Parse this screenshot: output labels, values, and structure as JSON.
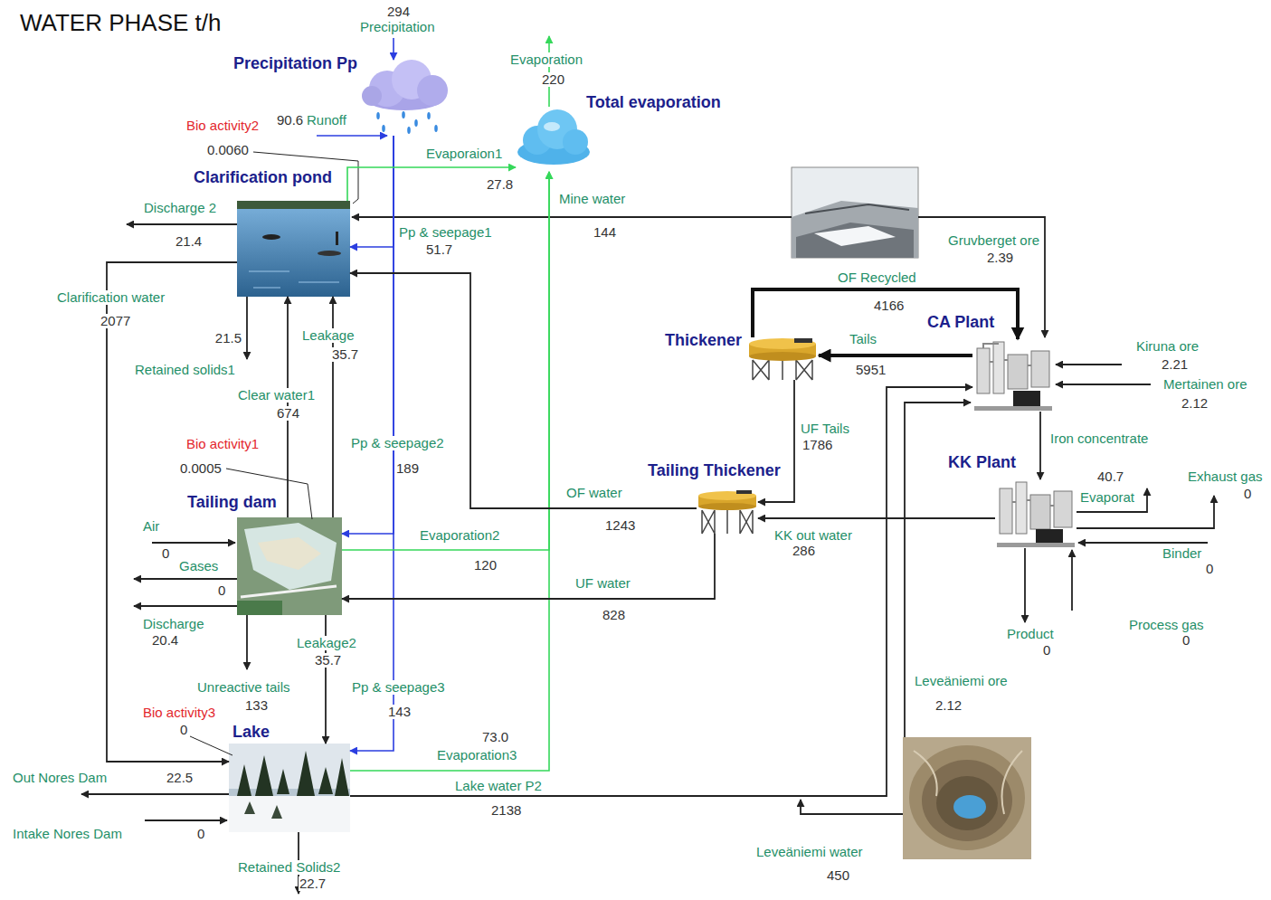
{
  "diagram": {
    "title": "WATER PHASE t/h",
    "nodes": [
      {
        "text": [
          "Precipitation Pp"
        ]
      },
      {
        "text": [
          "Total evaporation"
        ]
      },
      {
        "text": [
          "Clarification pond"
        ]
      },
      {
        "text": [
          "Thickener"
        ]
      },
      {
        "text": [
          "CA Plant"
        ]
      },
      {
        "text": [
          "Tailing dam"
        ]
      },
      {
        "text": [
          "Tailing Thickener"
        ]
      },
      {
        "text": [
          "KK Plant"
        ]
      },
      {
        "text": [
          "Lake"
        ]
      }
    ],
    "edges": [
      {
        "from": 0,
        "to": 2,
        "label": "Pp & seepage1",
        "arrow": "to"
      },
      {
        "from": 0,
        "to": 5,
        "label": "Pp & seepage2",
        "arrow": "to"
      },
      {
        "from": 0,
        "to": 8,
        "label": "Pp & seepage3",
        "arrow": "to"
      },
      {
        "from": 2,
        "to": 1,
        "label": "Evaporaion1",
        "arrow": "to"
      },
      {
        "from": 5,
        "to": 1,
        "label": "Evaporation2",
        "arrow": "to"
      },
      {
        "from": 8,
        "to": 1,
        "label": "Evaporation3",
        "arrow": "to"
      },
      {
        "from": 2,
        "to": 8,
        "label": "Clarification water",
        "arrow": "to"
      },
      {
        "from": 5,
        "to": 2,
        "label": "Clear water1",
        "arrow": "to"
      },
      {
        "from": 5,
        "to": 2,
        "label": "Leakage",
        "arrow": "to"
      },
      {
        "from": 5,
        "to": 8,
        "label": "Leakage2",
        "arrow": "to"
      },
      {
        "from": 3,
        "to": 4,
        "label": "OF Recycled",
        "arrow": "to"
      },
      {
        "from": 4,
        "to": 3,
        "label": "Tails",
        "arrow": "to"
      },
      {
        "from": 3,
        "to": 6,
        "label": "UF Tails",
        "arrow": "to"
      },
      {
        "from": 6,
        "to": 2,
        "label": "OF water",
        "arrow": "to"
      },
      {
        "from": 6,
        "to": 5,
        "label": "UF water",
        "arrow": "to"
      },
      {
        "from": 7,
        "to": 6,
        "label": "KK out water",
        "arrow": "to"
      },
      {
        "from": 4,
        "to": 7,
        "label": "Iron concentrate",
        "arrow": "to"
      },
      {
        "from": 8,
        "to": 4,
        "label": "Lake water P2",
        "arrow": "to"
      }
    ],
    "labels": [
      "294",
      "Precipitation",
      "Evaporation",
      "220",
      "90.6",
      "Runoff",
      "Bio activity2",
      "0.0060",
      "27.8",
      "Discharge 2",
      "21.4",
      "Mine water",
      "144",
      "51.7",
      "Gruvberget ore",
      "2.39",
      "4166",
      "2077",
      "21.5",
      "35.7",
      "5951",
      "Kiruna ore",
      "2.21",
      "Mertainen ore",
      "2.12",
      "Retained solids1",
      "674",
      "1786",
      "Bio activity1",
      "0.0005",
      "189",
      "40.7",
      "Evaporat",
      "Exhaust gas",
      "0",
      "Air",
      "0",
      "Gases",
      "0",
      "1243",
      "120",
      "286",
      "Binder",
      "0",
      "828",
      "Discharge",
      "20.4",
      "Product",
      "0",
      "Process gas",
      "0",
      "35.7",
      "Leveäniemi ore",
      "Unreactive tails",
      "133",
      "2.12",
      "Bio activity3",
      "143",
      "0",
      "73.0",
      "Out Nores Dam",
      "22.5",
      "2138",
      "Intake Nores Dam",
      "0",
      "Leveäniemi water",
      "Retained Solids2",
      "450",
      "22.7"
    ]
  }
}
